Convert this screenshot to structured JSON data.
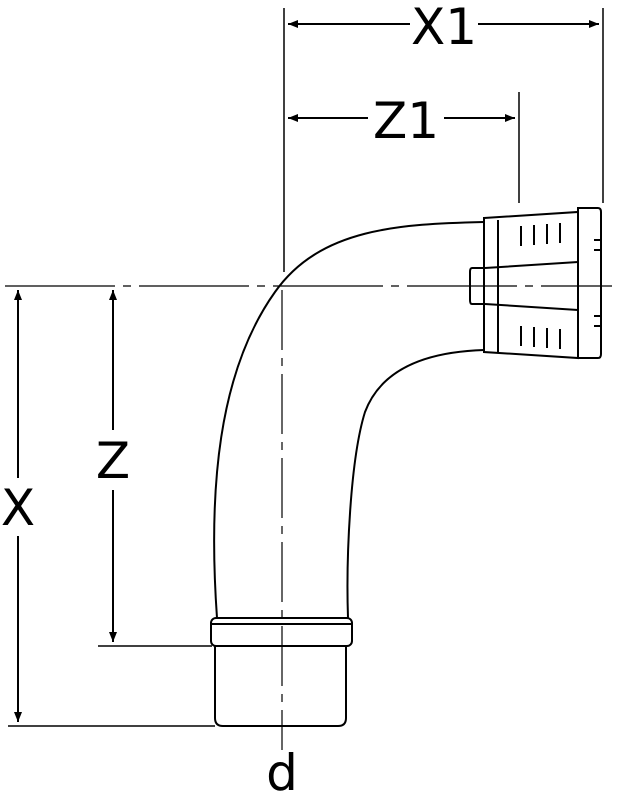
{
  "labels": {
    "x1": "X1",
    "z1": "Z1",
    "z": "Z",
    "x": "X",
    "d": "d"
  },
  "colors": {
    "line": "#000000",
    "background": "#ffffff"
  }
}
